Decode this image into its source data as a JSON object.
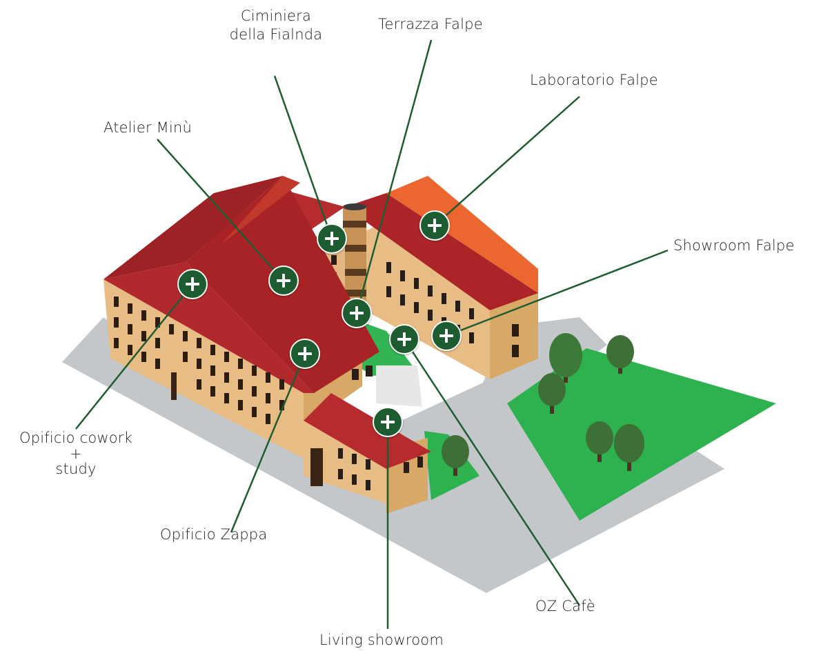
{
  "map": {
    "hotspots": [
      {
        "id": "ciminiera",
        "label_lines": [
          "Ciminiera",
          "della Fialnda"
        ]
      },
      {
        "id": "terrazza",
        "label_lines": [
          "Terrazza Falpe"
        ]
      },
      {
        "id": "laboratorio",
        "label_lines": [
          "Laboratorio Falpe"
        ]
      },
      {
        "id": "atelier",
        "label_lines": [
          "Atelier Minù"
        ]
      },
      {
        "id": "showroom",
        "label_lines": [
          "Showroom Falpe"
        ]
      },
      {
        "id": "cowork",
        "label_lines": [
          "Opificio cowork",
          "+",
          "study"
        ]
      },
      {
        "id": "zappa",
        "label_lines": [
          "Opificio Zappa"
        ]
      },
      {
        "id": "ozcafe",
        "label_lines": [
          "OZ Cafè"
        ]
      },
      {
        "id": "living",
        "label_lines": [
          "Living showroom"
        ]
      }
    ],
    "marker_icon": "plus-icon",
    "colors": {
      "marker": "#1d5c30",
      "leader_line": "#1d5c30",
      "roof": "#a82424",
      "roof_accent": "#e8622a",
      "facade": "#e9c28a",
      "lawn": "#2eb14f",
      "pavement": "#c3c6c8"
    }
  }
}
